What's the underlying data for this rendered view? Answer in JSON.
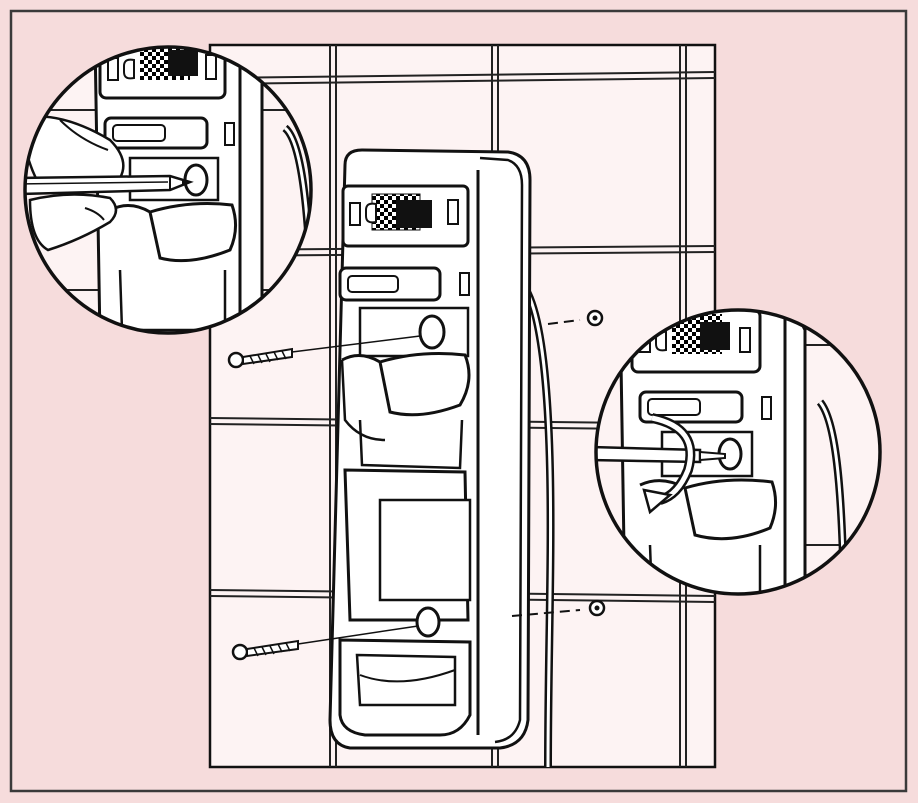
{
  "figure": {
    "background": "#f6dcdc",
    "frame_color": "#3a3a3a",
    "wall_color": "#fdf3f3",
    "line_color": "#1a1a1a",
    "device_fill": "#ffffff",
    "printed_text": []
  },
  "parts": {
    "frame": "outer-frame",
    "wall": "tiled-wall-panel",
    "device": "wall-mounted-dispenser-unit",
    "screws": [
      "upper-wood-screw",
      "lower-wood-screw"
    ],
    "wall_plugs": [
      "upper-wall-plug",
      "lower-wall-plug"
    ],
    "cable": "power-cable"
  },
  "insets": [
    {
      "id": "inset-marking-hole",
      "depicts": "hand-with-pencil-marking-drill-hole"
    },
    {
      "id": "inset-tightening-screw",
      "depicts": "screwdriver-with-rotation-arrow"
    }
  ]
}
